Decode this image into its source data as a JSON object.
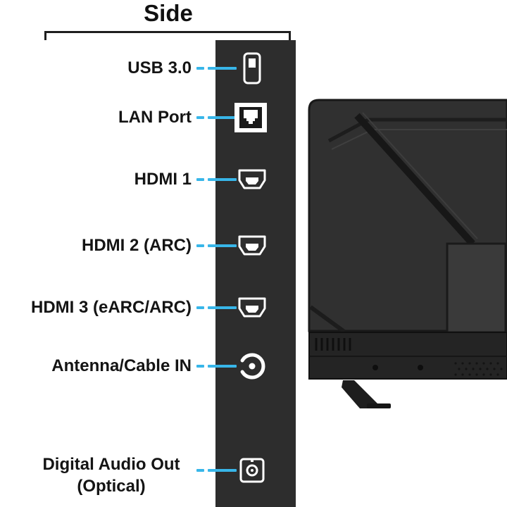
{
  "title": "Side",
  "accent_color": "#38b6e9",
  "panel_color": "#2d2d2d",
  "ports": [
    {
      "label": "USB 3.0",
      "icon": "usb-port-icon"
    },
    {
      "label": "LAN Port",
      "icon": "lan-port-icon"
    },
    {
      "label": "HDMI 1",
      "icon": "hdmi-port-icon"
    },
    {
      "label": "HDMI 2 (ARC)",
      "icon": "hdmi-port-icon"
    },
    {
      "label": "HDMI 3 (eARC/ARC)",
      "icon": "hdmi-port-icon"
    },
    {
      "label": "Antenna/Cable IN",
      "icon": "coax-port-icon"
    },
    {
      "label": "Digital Audio Out (Optical)",
      "icon": "optical-port-icon"
    }
  ],
  "illustration": "tv-back-view"
}
